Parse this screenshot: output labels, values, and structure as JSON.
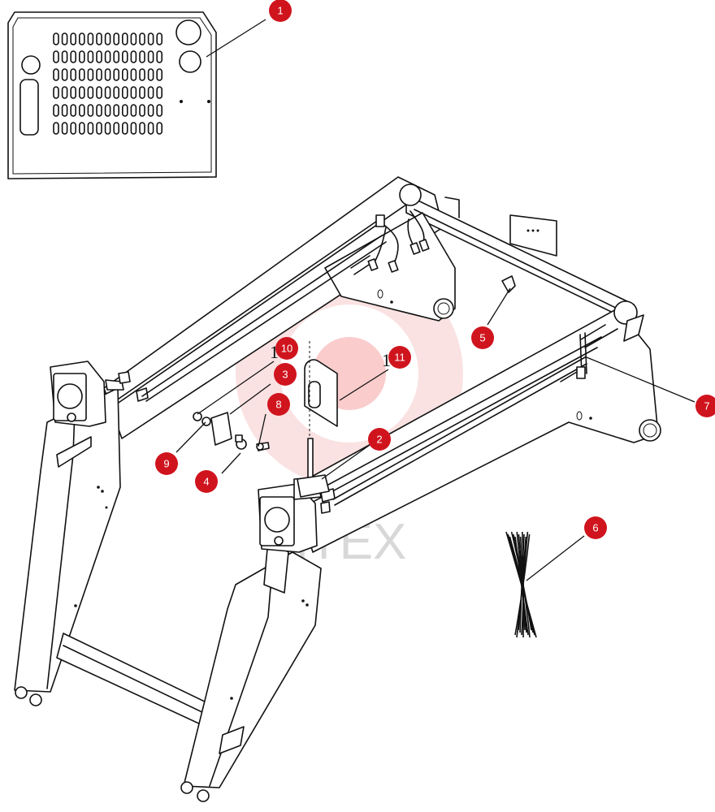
{
  "watermark": {
    "text": "HTEX",
    "color": "#f2a8a8"
  },
  "callout_color": "#d0141e",
  "callouts": [
    {
      "label": "1"
    },
    {
      "label": "2"
    },
    {
      "label": "3"
    },
    {
      "label": "4"
    },
    {
      "label": "5"
    },
    {
      "label": "6"
    },
    {
      "label": "7"
    },
    {
      "label": "8"
    },
    {
      "label": "9"
    },
    {
      "label": "10"
    },
    {
      "label": "11"
    }
  ],
  "stray_marks": [
    {
      "text": "1"
    },
    {
      "text": "1"
    }
  ]
}
